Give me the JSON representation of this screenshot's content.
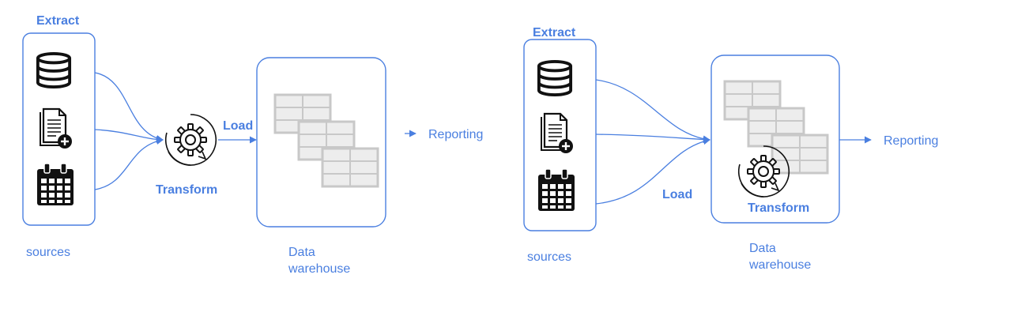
{
  "etl": {
    "extract_label": "Extract",
    "transform_label": "Transform",
    "load_label": "Load",
    "sources_label": "sources",
    "warehouse_label_line1": "Data",
    "warehouse_label_line2": "warehouse",
    "reporting_label": "Reporting"
  },
  "elt": {
    "extract_label": "Extract",
    "transform_label": "Transform",
    "load_label": "Load",
    "sources_label": "sources",
    "warehouse_label_line1": "Data",
    "warehouse_label_line2": "warehouse",
    "reporting_label": "Reporting"
  },
  "source_icons": [
    "database-icon",
    "document-add-icon",
    "calendar-icon"
  ],
  "process_icon": "gear-cycle-icon",
  "warehouse_icon": "data-tables-icon",
  "colors": {
    "accent": "#4a7fe0",
    "table_gray": "#c8c8c8",
    "icon_black": "#111111"
  }
}
